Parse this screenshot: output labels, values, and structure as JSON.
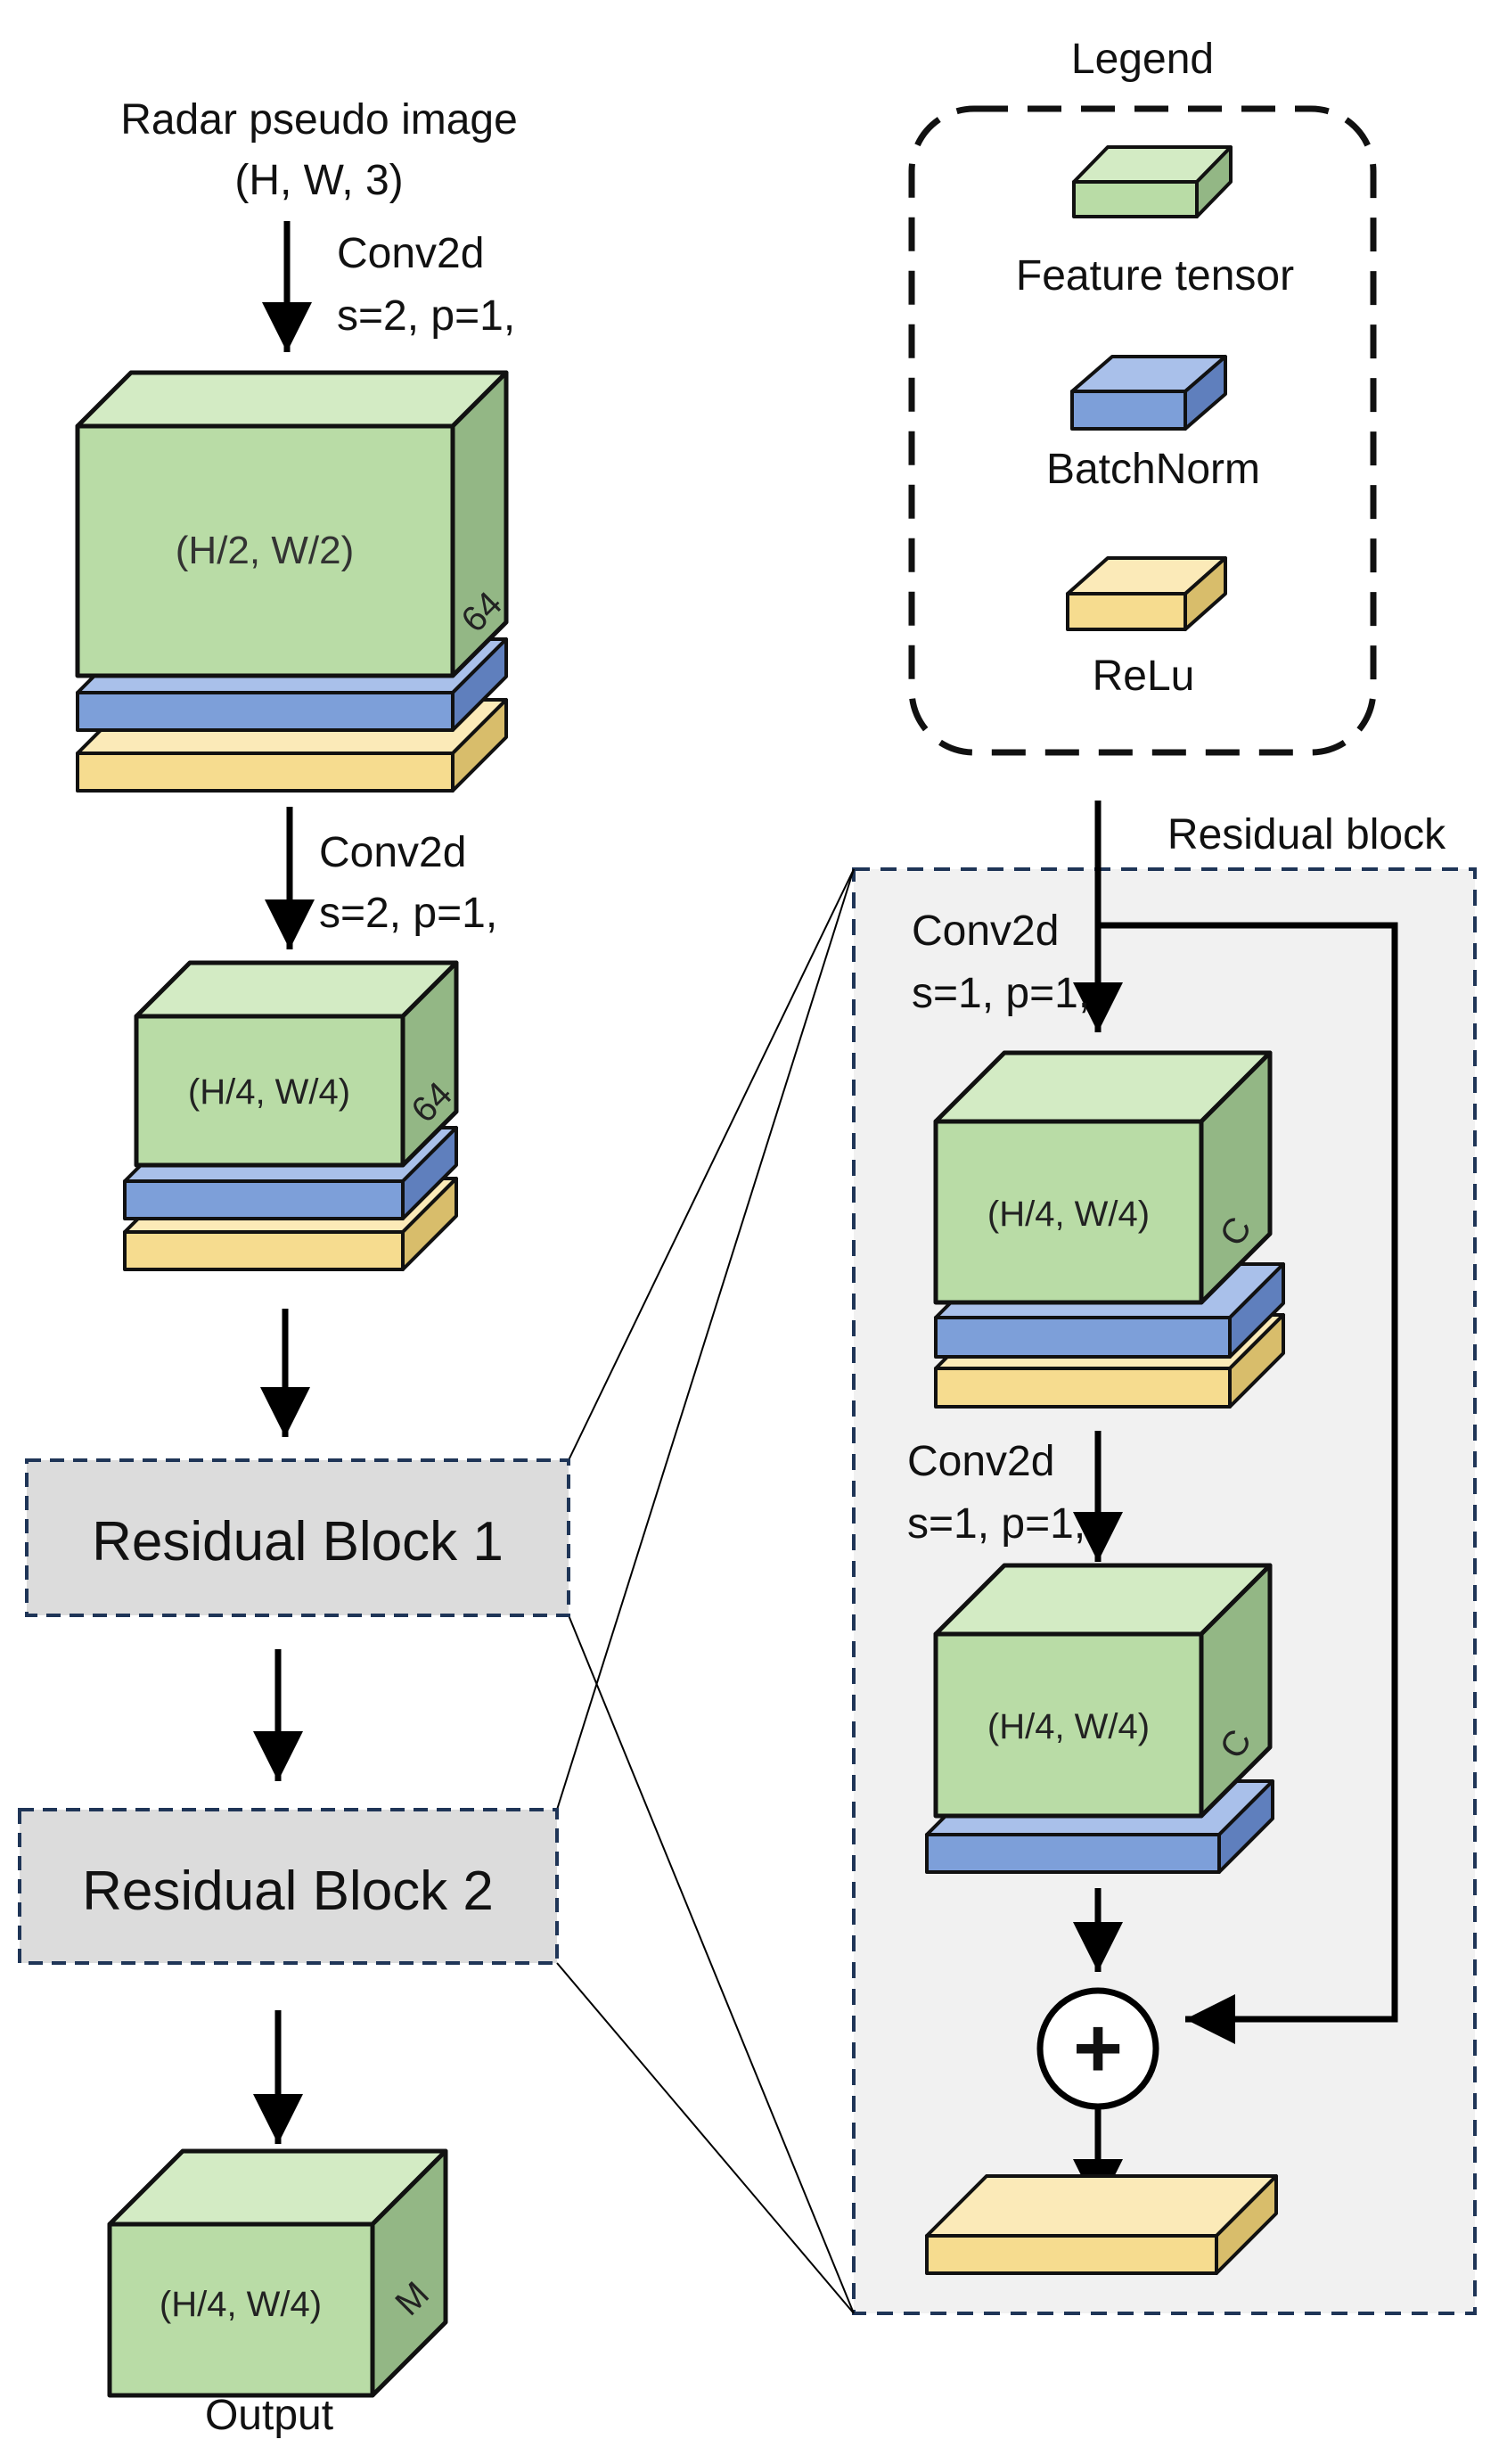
{
  "colors": {
    "feature_tensor": "#b9dca6",
    "batchnorm": "#7d9fd9",
    "relu": "#f6dc8f",
    "residual_panel": "#f1f1f1",
    "residual_block_box": "#dcdcdc",
    "panel_border": "#1f3557"
  },
  "legend": {
    "title": "Legend",
    "items": [
      {
        "label": "Feature tensor",
        "kind": "feature_tensor"
      },
      {
        "label": "BatchNorm",
        "kind": "batchnorm"
      },
      {
        "label": "ReLu",
        "kind": "relu"
      }
    ]
  },
  "main_flow": {
    "input": {
      "line1": "Radar pseudo image",
      "line2": "(H, W, 3)"
    },
    "conv1": {
      "line1": "Conv2d",
      "line2": "s=2, p=1,"
    },
    "tensor1": {
      "dims": "(H/2, W/2)",
      "channels": "64"
    },
    "conv2": {
      "line1": "Conv2d",
      "line2": "s=2, p=1,"
    },
    "tensor2": {
      "dims": "(H/4, W/4)",
      "channels": "64"
    },
    "residual_block_1": "Residual Block 1",
    "residual_block_2": "Residual Block 2",
    "output_tensor": {
      "dims": "(H/4, W/4)",
      "channels": "M"
    },
    "output_label": "Output"
  },
  "residual_detail": {
    "title": "Residual block",
    "conv_a": {
      "line1": "Conv2d",
      "line2": "s=1, p=1,"
    },
    "tensor_a": {
      "dims": "(H/4, W/4)",
      "channels": "C"
    },
    "conv_b": {
      "line1": "Conv2d",
      "line2": "s=1, p=1,"
    },
    "tensor_b": {
      "dims": "(H/4, W/4)",
      "channels": "C"
    },
    "add_symbol": "+"
  }
}
